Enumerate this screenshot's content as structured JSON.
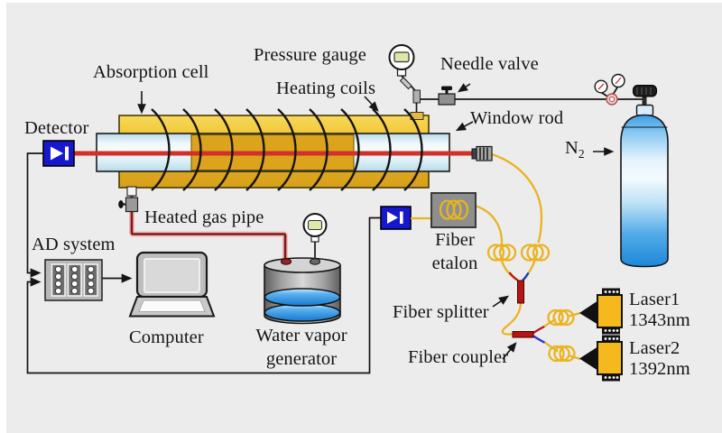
{
  "figure": {
    "type": "laser-absorption-spectroscopy-setup-diagram",
    "labels": {
      "pressure_gauge": "Pressure gauge",
      "needle_valve": "Needle valve",
      "absorption_cell": "Absorption cell",
      "heating_coils": "Heating coils",
      "window_rod": "Window rod",
      "detector": "Detector",
      "heated_gas_pipe": "Heated gas pipe",
      "ad_system": "AD system",
      "computer": "Computer",
      "water_vapor_generator_line1": "Water vapor",
      "water_vapor_generator_line2": "generator",
      "fiber_etalon_line1": "Fiber",
      "fiber_etalon_line2": "etalon",
      "fiber_splitter": "Fiber splitter",
      "fiber_coupler": "Fiber coupler"
    },
    "n2": {
      "symbol": "N",
      "subscript": "2"
    },
    "lasers": [
      {
        "name": "Laser1",
        "wavelength": "1343nm"
      },
      {
        "name": "Laser2",
        "wavelength": "1392nm"
      }
    ],
    "colors": {
      "background": "#edecec",
      "laser_red": "#d23128",
      "fiber_yellow": "#e9b41f",
      "detector_blue": "#1717cf",
      "splice_red": "#b51515",
      "splice_blue": "#2535cc",
      "pipe_red": "#7e1818",
      "pipe_halo": "#f0b8b8",
      "cell_gold": "#eec52f",
      "glass_blue": "#cfe7f2",
      "cylinder_blue": "#2f96e8",
      "water_blue": "#2f96e8"
    }
  }
}
